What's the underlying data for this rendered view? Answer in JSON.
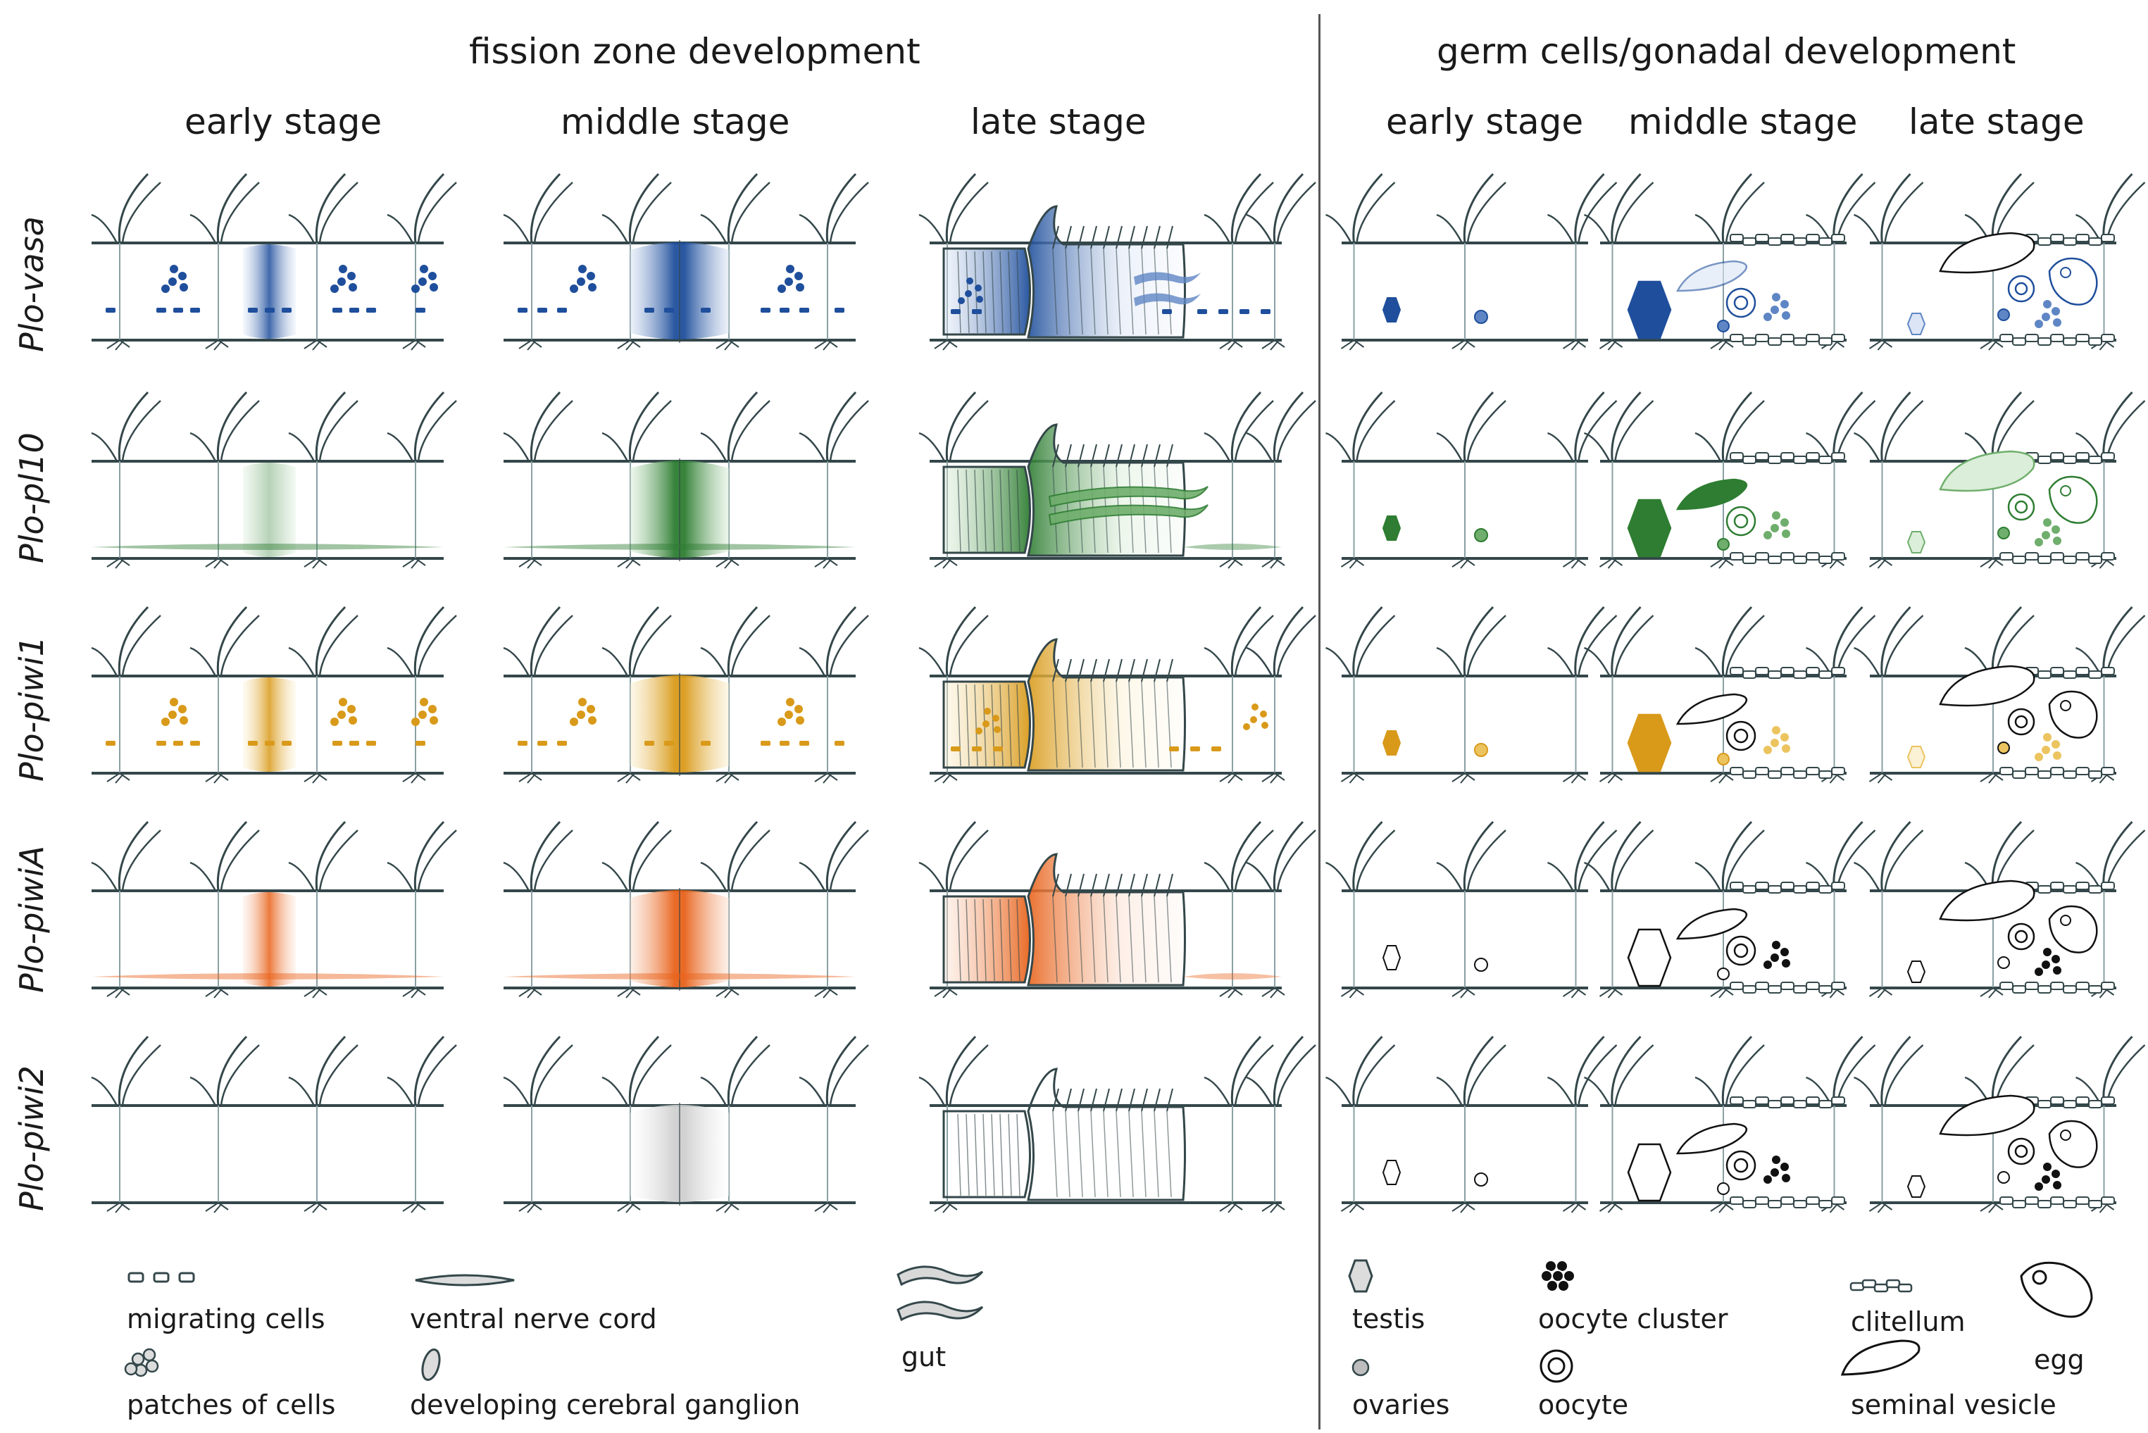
{
  "headings": {
    "fission": "fission zone development",
    "germ": "germ cells/gonadal development"
  },
  "stages": [
    "early stage",
    "middle stage",
    "late stage"
  ],
  "genes": [
    {
      "label": "Plo-vasa",
      "color": "#1f4f9c",
      "light": "#dbe5f5",
      "mid": "#5f86c4"
    },
    {
      "label": "Plo-pl10",
      "color": "#2e7d32",
      "light": "#dbeed9",
      "mid": "#6fae6c"
    },
    {
      "label": "Plo-piwi1",
      "color": "#d99a1a",
      "light": "#fbf1d4",
      "mid": "#ecc45f"
    },
    {
      "label": "Plo-piwiA",
      "color": "#e8621a",
      "light": "#fbe1d2",
      "mid": "#f29a6a"
    },
    {
      "label": "Plo-piwi2",
      "color": "#cfcfcf",
      "light": "#ffffff",
      "mid": "#e2e2e2"
    }
  ],
  "legend": {
    "migrating_cells": "migrating cells",
    "patches_of_cells": "patches of cells",
    "ventral_nerve_cord": "ventral nerve cord",
    "developing_cerebral_ganglion": "developing cerebral ganglion",
    "gut": "gut",
    "testis": "testis",
    "ovaries": "ovaries",
    "oocyte_cluster": "oocyte cluster",
    "oocyte": "oocyte",
    "clitellum": "clitellum",
    "seminal_vesicle": "seminal vesicle",
    "egg": "egg"
  },
  "colors": {
    "outline": "#34474a",
    "divider": "#555555"
  }
}
